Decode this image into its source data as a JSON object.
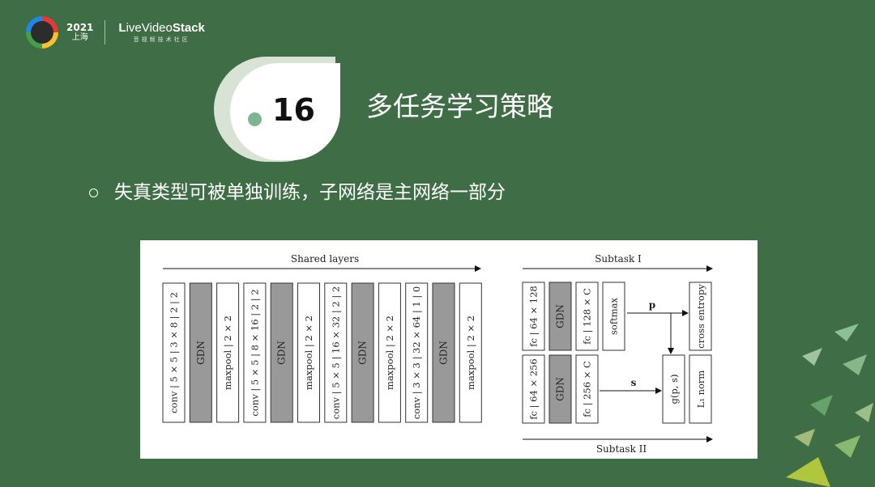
{
  "header": {
    "logo_text": "LiveVideoStack",
    "year": "2021",
    "city": "上海",
    "brand_prefix": "L",
    "brand_thin": "ive",
    "brand_video": "Video",
    "brand_stack": "Stack",
    "brand_sub": "音视频技术社区"
  },
  "section": {
    "number": "16",
    "title": "多任务学习策略"
  },
  "bullet": {
    "text": "失真类型可被单独训练，子网络是主网络一部分"
  },
  "diagram": {
    "shared_label": "Shared layers",
    "subtask1_label": "Subtask I",
    "subtask2_label": "Subtask II",
    "shared_blocks": [
      {
        "label": "conv | 5 × 5 | 3 × 8 | 2 | 2",
        "gray": false
      },
      {
        "label": "GDN",
        "gray": true
      },
      {
        "label": "maxpool | 2 × 2",
        "gray": false
      },
      {
        "label": "conv | 5 × 5 | 8 × 16 | 2 | 2",
        "gray": false
      },
      {
        "label": "GDN",
        "gray": true
      },
      {
        "label": "maxpool | 2 × 2",
        "gray": false
      },
      {
        "label": "conv | 5 × 5 | 16 × 32 | 2 | 2",
        "gray": false
      },
      {
        "label": "GDN",
        "gray": true
      },
      {
        "label": "maxpool | 2 × 2",
        "gray": false
      },
      {
        "label": "conv | 3 × 3 | 32 × 64 | 1 | 0",
        "gray": false
      },
      {
        "label": "GDN",
        "gray": true
      },
      {
        "label": "maxpool | 2 × 2",
        "gray": false
      }
    ],
    "subtask1_blocks": [
      {
        "label": "fc | 64 × 128",
        "gray": false
      },
      {
        "label": "GDN",
        "gray": true
      },
      {
        "label": "fc | 128 × C",
        "gray": false
      },
      {
        "label": "softmax",
        "gray": false
      }
    ],
    "subtask2_blocks": [
      {
        "label": "fc | 64 × 256",
        "gray": false
      },
      {
        "label": "GDN",
        "gray": true
      },
      {
        "label": "fc | 256 × C",
        "gray": false
      }
    ],
    "cross_entropy": "cross entropy",
    "g_ps": "g(p, s)",
    "l1_norm": "L₁ norm",
    "p_label": "p",
    "s_label": "s"
  },
  "colors": {
    "background": "#3f6e46",
    "gdn_fill": "#999999",
    "leaf_back": "#d9e3d5",
    "leaf_dot": "#7fb592"
  }
}
